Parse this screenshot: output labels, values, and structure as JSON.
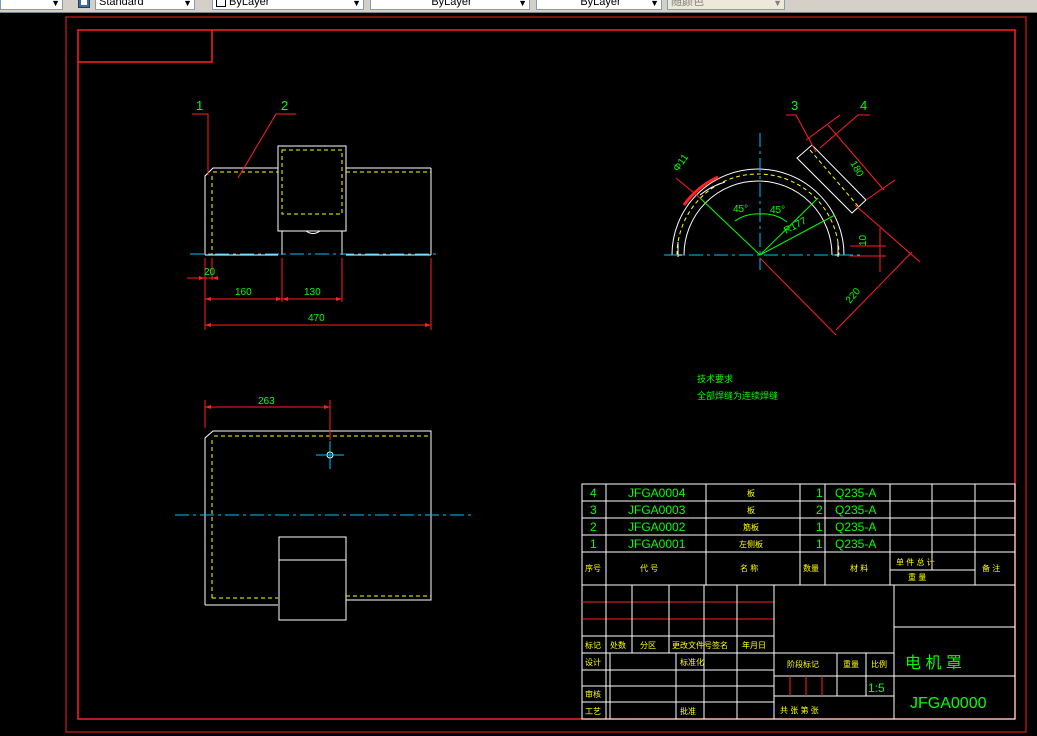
{
  "toolbar": {
    "text_style": "Standard",
    "layer": "ByLayer",
    "linetype": "ByLayer",
    "lineweight": "ByLayer",
    "plot_style": "随颜色"
  },
  "drawing": {
    "callouts": [
      "1",
      "2",
      "3",
      "4"
    ],
    "dims_front": [
      "20",
      "160",
      "130",
      "470"
    ],
    "dims_top": [
      "263"
    ],
    "dims_side": [
      "Φ11",
      "45°",
      "45°",
      "R177",
      "180",
      "10",
      "220"
    ],
    "notes": [
      "技术要求",
      "全部焊缝为连续焊缝"
    ]
  },
  "parts_list": [
    {
      "no": "4",
      "code": "JFGA0004",
      "name": "板",
      "qty": "1",
      "material": "Q235-A"
    },
    {
      "no": "3",
      "code": "JFGA0003",
      "name": "板",
      "qty": "2",
      "material": "Q235-A"
    },
    {
      "no": "2",
      "code": "JFGA0002",
      "name": "筋板",
      "qty": "1",
      "material": "Q235-A"
    },
    {
      "no": "1",
      "code": "JFGA0001",
      "name": "左侧板",
      "qty": "1",
      "material": "Q235-A"
    }
  ],
  "parts_header": {
    "no": "序号",
    "code": "代 号",
    "name": "名 称",
    "qty": "数量",
    "material": "材 料",
    "unit_total": "单 件  总 计",
    "weight": "重  量",
    "remark": "备 注"
  },
  "title_block": {
    "title": "电 机 罩",
    "drawing_no": "JFGA0000",
    "scale": "1:5",
    "stage_mark": "阶段标记",
    "weight": "重量",
    "ratio": "比例",
    "sheets": "共  张  第  张",
    "mark": "标记",
    "count": "处数",
    "zone": "分区",
    "change_doc": "更改文件号",
    "signature": "签名",
    "date": "年月日",
    "design": "设计",
    "standard": "标准化",
    "review": "审核",
    "process": "工艺",
    "approve": "批准"
  }
}
